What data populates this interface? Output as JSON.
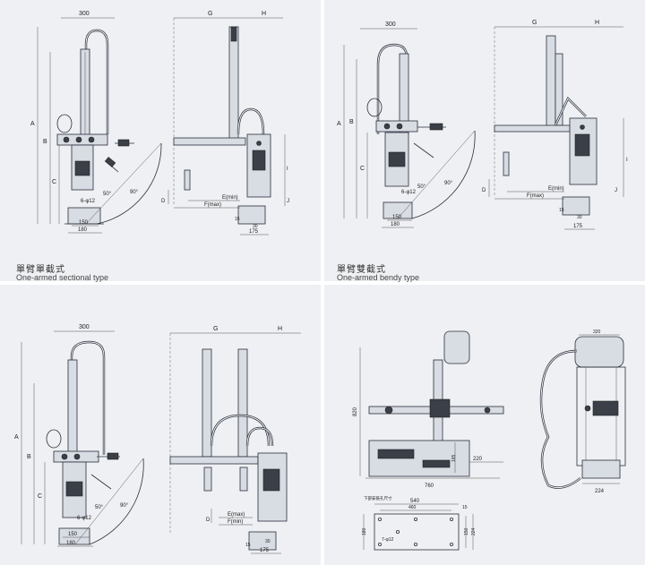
{
  "panels": [
    {
      "caption_cn": "單臂單截式",
      "caption_en": "One-armed sectional type",
      "labels": {
        "top_width": "300",
        "g": "G",
        "h": "H",
        "a": "A",
        "b": "B",
        "c": "C",
        "d": "D",
        "i": "I",
        "j": "J",
        "e_min": "E(min)",
        "f_max": "F(max)",
        "angle50": "50°",
        "angle90": "90°",
        "phi": "6-φ12",
        "w150": "150",
        "w180": "180",
        "w15": "15",
        "w30": "30",
        "w175": "175"
      }
    },
    {
      "caption_cn": "單臂雙截式",
      "caption_en": "One-armed bendy type",
      "labels": {
        "top_width": "300",
        "g": "G",
        "h": "H",
        "a": "A",
        "b": "B",
        "c": "C",
        "d": "D",
        "i": "I",
        "j": "J",
        "e_min": "E(min)",
        "f_max": "F(max)",
        "angle50": "50°",
        "angle90": "90°",
        "phi": "6-φ12",
        "w150": "150",
        "w180": "180",
        "w15": "15",
        "w30": "30",
        "w175": "175"
      }
    },
    {
      "caption_cn": "",
      "caption_en": "",
      "labels": {
        "top_width": "300",
        "g": "G",
        "h": "H",
        "a": "A",
        "b": "B",
        "c": "C",
        "d": "D",
        "e_max": "E(max)",
        "f_min": "F(min)",
        "angle50": "50°",
        "angle90": "90°",
        "phi": "6-φ12",
        "w150": "150",
        "w180": "180",
        "w15": "15",
        "w30": "30",
        "w175": "175"
      }
    },
    {
      "caption_cn": "",
      "caption_en": "",
      "labels": {
        "h820": "820",
        "w220": "220",
        "w760": "760",
        "w320": "320",
        "w224": "224",
        "w165": "165",
        "base_title": "下部安裝孔尺寸",
        "w540": "540",
        "w460": "460",
        "w15": "15",
        "h180": "180",
        "h150": "150",
        "h224": "224",
        "phi": "7-φ12"
      }
    }
  ]
}
